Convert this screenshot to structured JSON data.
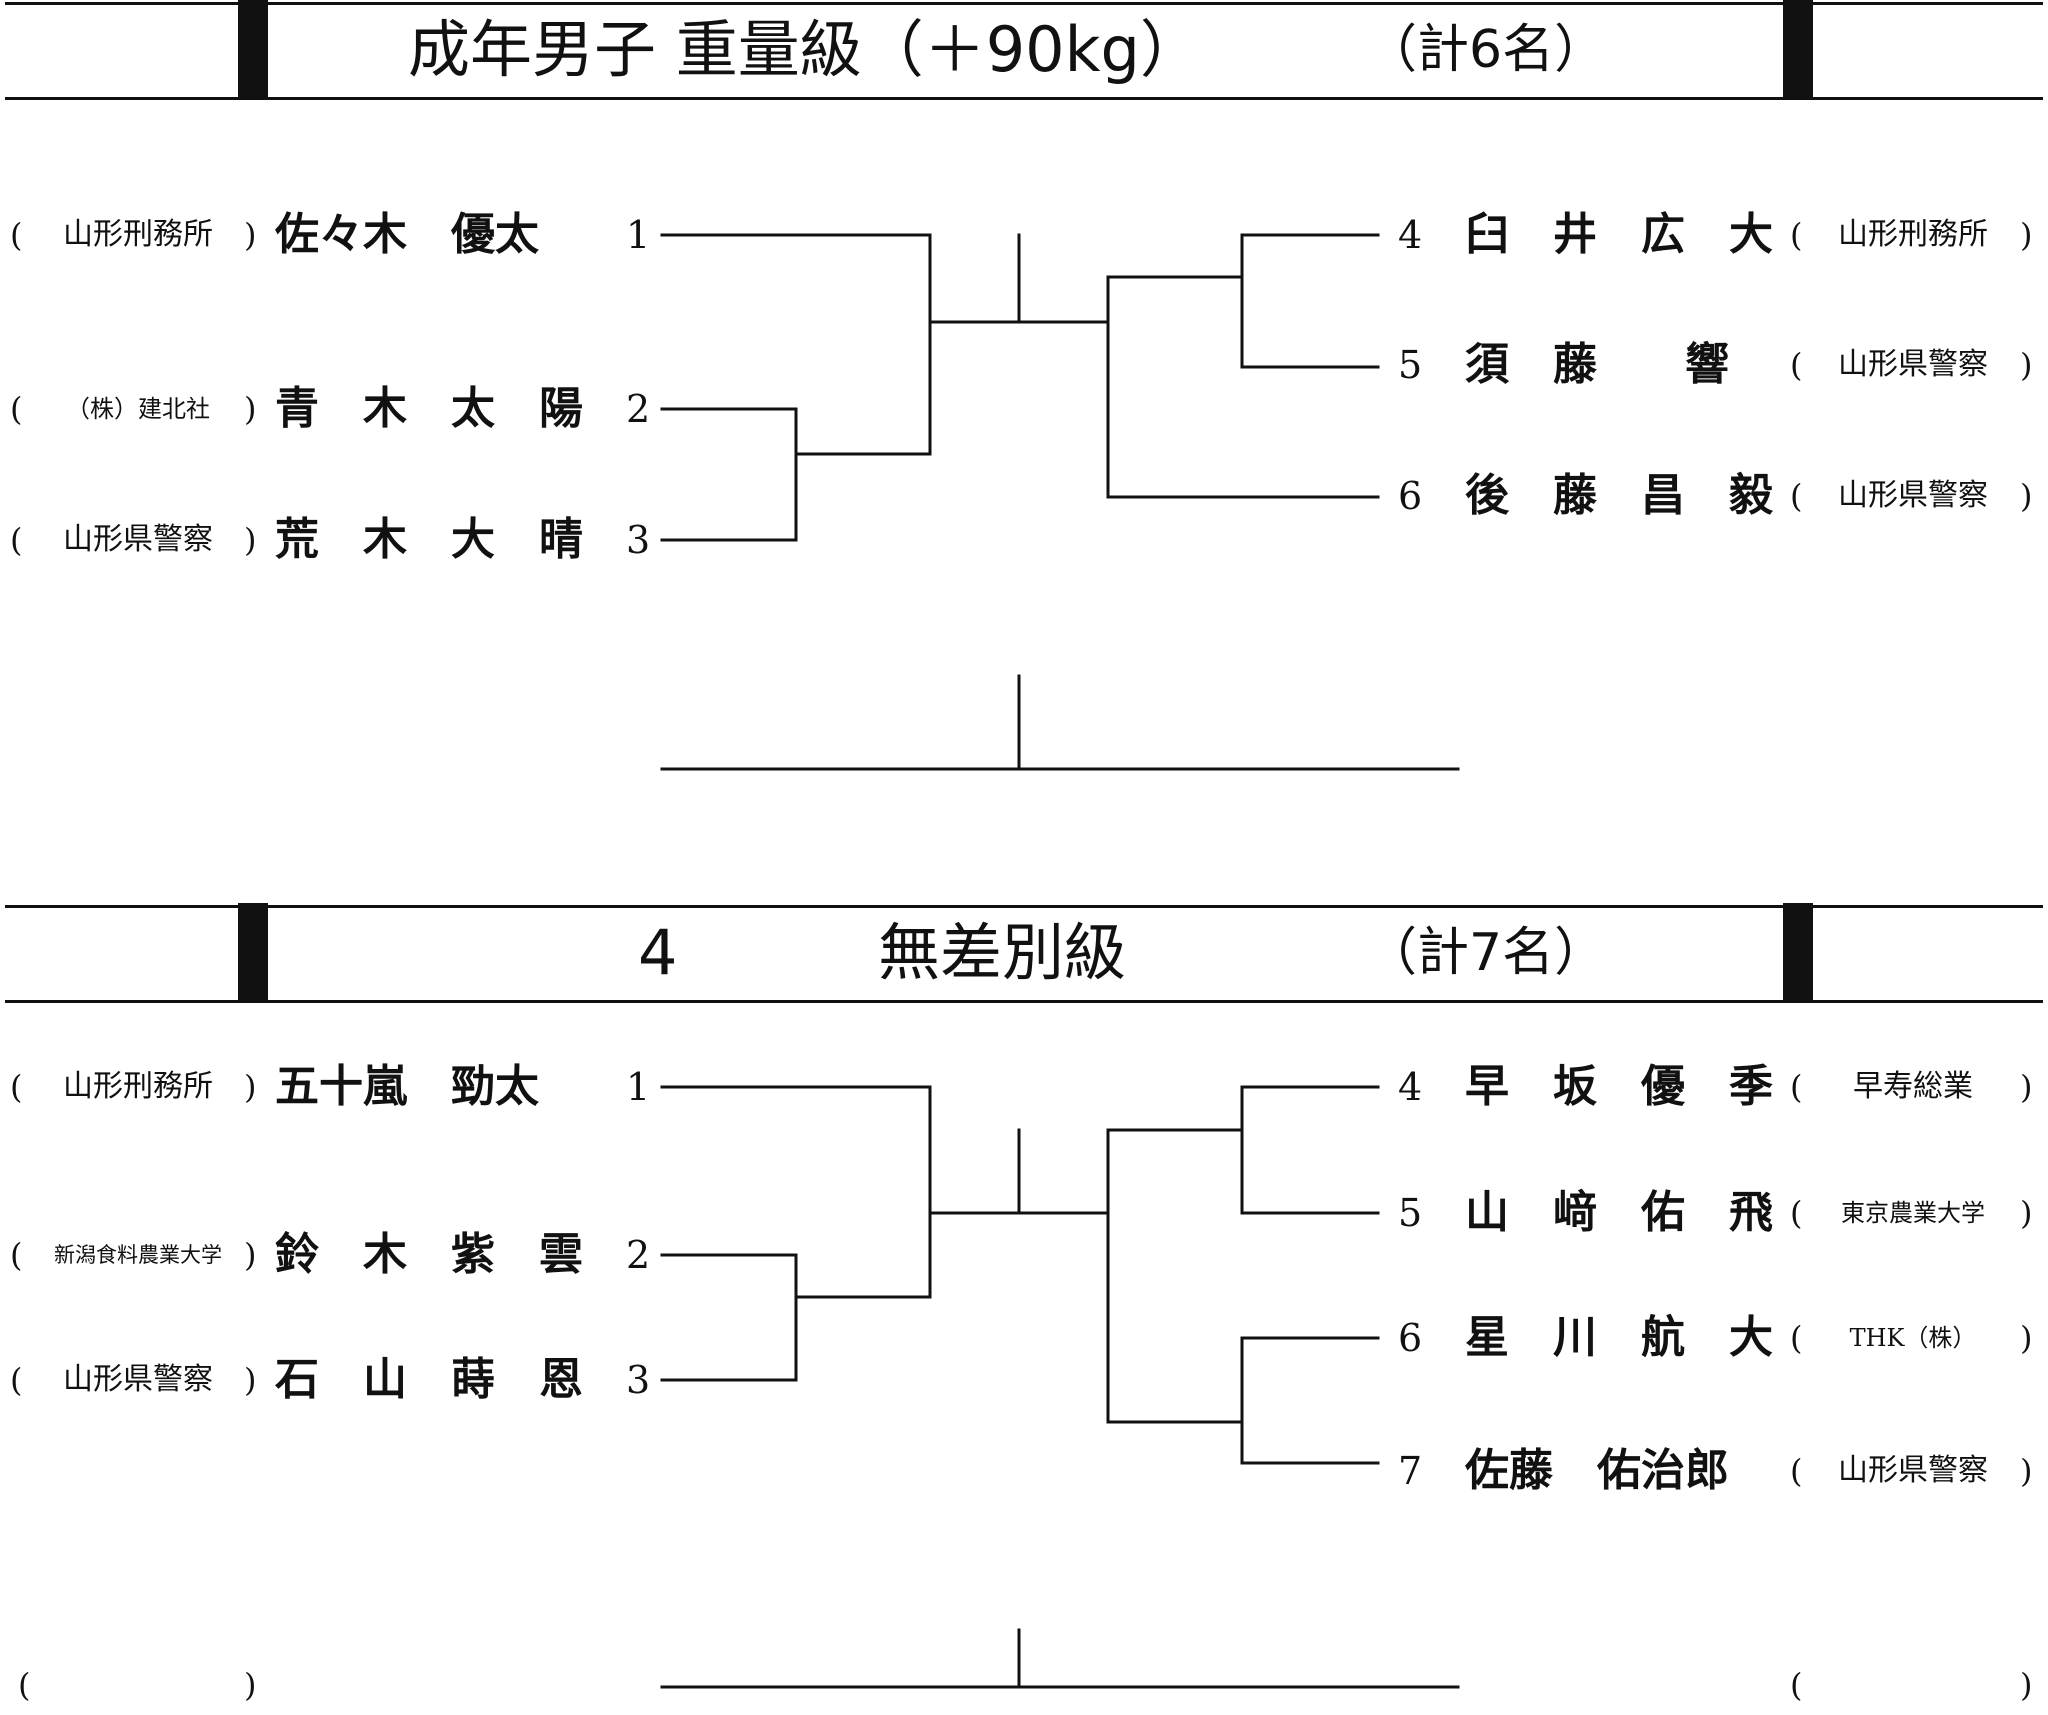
{
  "sections": [
    {
      "title": "成年男子 重量級（＋90kg）",
      "count": "（計6名）",
      "left": [
        {
          "seed": "1",
          "name": "佐々木　優太",
          "affiliation": "山形刑務所"
        },
        {
          "seed": "2",
          "name": "青　木　太　陽",
          "affiliation": "（株）建北社"
        },
        {
          "seed": "3",
          "name": "荒　木　大　晴",
          "affiliation": "山形県警察"
        }
      ],
      "right": [
        {
          "seed": "4",
          "name": "臼　井　広　大",
          "affiliation": "山形刑務所"
        },
        {
          "seed": "5",
          "name": "須　藤　　響",
          "affiliation": "山形県警察"
        },
        {
          "seed": "6",
          "name": "後　藤　昌　毅",
          "affiliation": "山形県警察"
        }
      ]
    },
    {
      "number": "4",
      "title": "無差別級",
      "count": "（計7名）",
      "left": [
        {
          "seed": "1",
          "name": "五十嵐　勁太",
          "affiliation": "山形刑務所"
        },
        {
          "seed": "2",
          "name": "鈴　木　紫　雲",
          "affiliation": "新潟食料農業大学"
        },
        {
          "seed": "3",
          "name": "石　山　蒔　恩",
          "affiliation": "山形県警察"
        }
      ],
      "right": [
        {
          "seed": "4",
          "name": "早　坂　優　季",
          "affiliation": "早寿総業"
        },
        {
          "seed": "5",
          "name": "山　﨑　佑　飛",
          "affiliation": "東京農業大学"
        },
        {
          "seed": "6",
          "name": "星　川　航　大",
          "affiliation": "THK（株）"
        },
        {
          "seed": "7",
          "name": "佐藤　佑治郎",
          "affiliation": "山形県警察"
        }
      ]
    }
  ],
  "punct": {
    "open": "(",
    "close": ")"
  }
}
